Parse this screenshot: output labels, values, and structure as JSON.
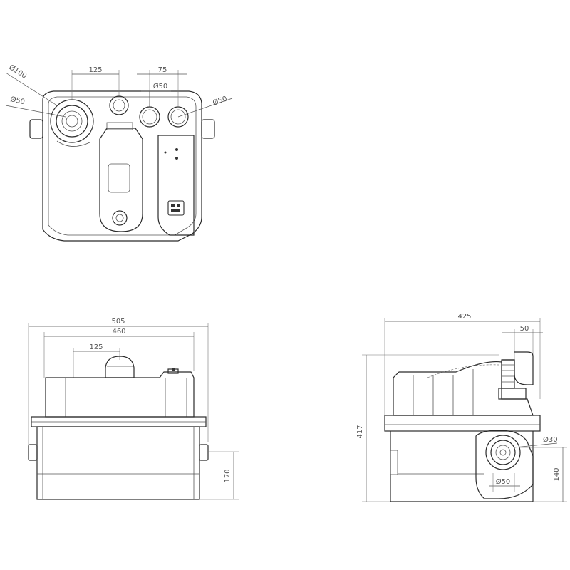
{
  "top_view": {
    "dia_100": "Ø100",
    "dia_50_left": "Ø50",
    "dim_125": "125",
    "dim_75": "75",
    "dia_50_center": "Ø50",
    "dia_50_right": "Ø50"
  },
  "front_view": {
    "dim_505": "505",
    "dim_460": "460",
    "dim_125": "125",
    "dim_170": "170"
  },
  "side_view": {
    "dim_425": "425",
    "dim_50": "50",
    "dim_417": "417",
    "dia_30": "Ø30",
    "dia_50": "Ø50",
    "dim_140": "140"
  },
  "colors": {
    "line": "#2b2b2b",
    "dimension": "#555555",
    "background": "#ffffff"
  }
}
